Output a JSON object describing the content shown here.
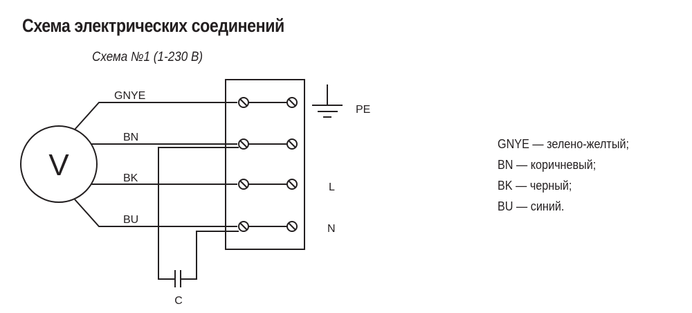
{
  "title": "Схема электрических соединений",
  "subtitle": "Схема №1 (1-230 В)",
  "motor": {
    "symbol": "V"
  },
  "wires": [
    {
      "label": "GNYE"
    },
    {
      "label": "BN"
    },
    {
      "label": "BK"
    },
    {
      "label": "BU"
    }
  ],
  "terminals": {
    "pe_label": "PE",
    "l_label": "L",
    "n_label": "N"
  },
  "capacitor": {
    "label": "C"
  },
  "legend": [
    {
      "code": "GNYE",
      "sep": " — ",
      "meaning": "зелено-желтый;"
    },
    {
      "code": "BN",
      "sep": " — ",
      "meaning": "коричневый;"
    },
    {
      "code": "BK",
      "sep": " — ",
      "meaning": "черный;"
    },
    {
      "code": "BU",
      "sep": " — ",
      "meaning": "синий."
    }
  ]
}
